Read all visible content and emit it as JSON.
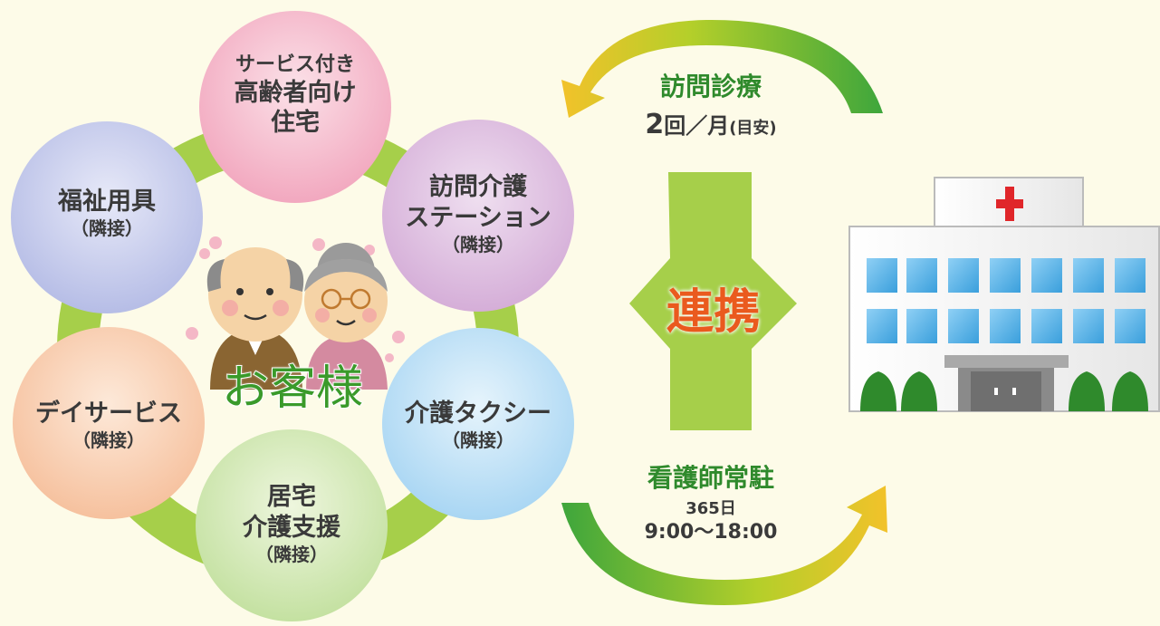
{
  "colors": {
    "background": "#fdfbe8",
    "ring": "#a6cf4a",
    "accent_green": "#2f8a2c",
    "renkei_text": "#ea5a1e",
    "customer_text": "#3a9a2a",
    "cross": "#e0262a"
  },
  "circles": {
    "housing": {
      "l1": "サービス付き",
      "l2": "高齢者向け",
      "l3": "住宅"
    },
    "visit_care": {
      "l1": "訪問介護",
      "l2": "ステーション",
      "note": "（隣接）"
    },
    "taxi": {
      "l1": "介護タクシー",
      "note": "（隣接）"
    },
    "home_care": {
      "l1": "居宅",
      "l2": "介護支援",
      "note": "（隣接）"
    },
    "day_service": {
      "l1": "デイサービス",
      "note": "（隣接）"
    },
    "welfare": {
      "l1": "福祉用具",
      "note": "（隣接）"
    }
  },
  "center": {
    "label": "お客様"
  },
  "renkei": {
    "label": "連携"
  },
  "top_flow": {
    "title": "訪問診療",
    "freq_num": "2",
    "freq_unit": "回／月",
    "freq_note": "(目安)"
  },
  "bottom_flow": {
    "title": "看護師常駐",
    "days": "365日",
    "hours": "9:00～18:00"
  },
  "icons": {
    "hospital": "hospital-icon",
    "elderly": "elderly-couple-icon",
    "flower": "flower-icon"
  }
}
